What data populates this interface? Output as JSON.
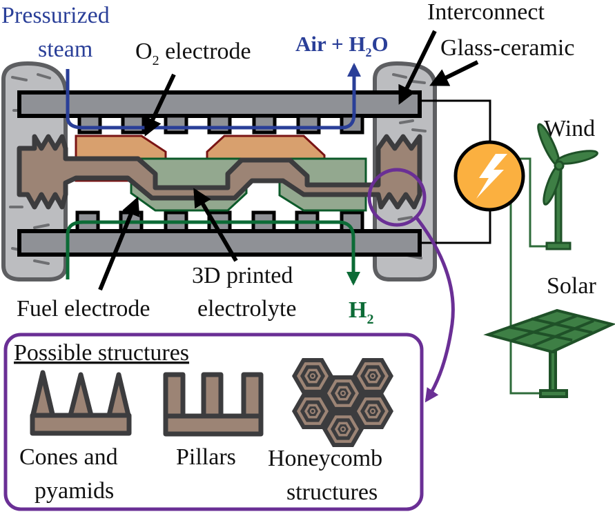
{
  "colors": {
    "steam_blue": "#2a3f98",
    "h2_green": "#0c6b36",
    "purple": "#6a2f95",
    "interconnect_gray": "#8f9196",
    "seal_gray": "#bcbdc0",
    "o2_electrode": "#d8a06e",
    "o2_outline": "#7a1414",
    "electrolyte": "#9c8475",
    "fuel_electrode": "#93a88f",
    "fuel_outline": "#0c5a2a",
    "power_orange": "#fbb040",
    "renewable_green": "#2e6b3a",
    "dark_outline": "#3c3c3e"
  },
  "labels": {
    "steam_line1": "Pressurized",
    "steam_line2": "steam",
    "o2_electrode_main": "O",
    "o2_electrode_sub": "2",
    "o2_electrode_rest": " electrode",
    "air_out_main": "Air + H",
    "air_out_sub": "2",
    "air_out_rest": "O",
    "interconnect": "Interconnect",
    "glass_ceramic": "Glass-ceramic",
    "wind": "Wind",
    "solar": "Solar",
    "fuel_electrode": "Fuel electrode",
    "electrolyte_line1": "3D printed",
    "electrolyte_line2": "electrolyte",
    "h2_main": "H",
    "h2_sub": "2"
  },
  "structures_box": {
    "title": "Possible structures",
    "items": [
      {
        "line1": "Cones and",
        "line2": "pyamids"
      },
      {
        "line1": "Pillars",
        "line2": ""
      },
      {
        "line1": "Honeycomb",
        "line2": "structures"
      }
    ]
  }
}
